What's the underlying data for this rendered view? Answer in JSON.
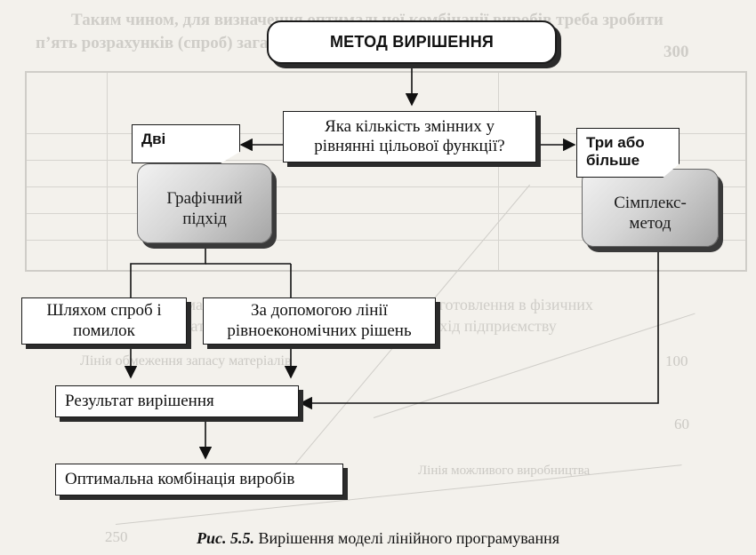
{
  "diagram": {
    "title": "МЕТОД ВИРІШЕННЯ",
    "question": "Яка кількість змінних у рівнянні цільової функції?",
    "branch_left": {
      "tab": "Дві",
      "method": "Графічний підхід"
    },
    "branch_right": {
      "tab": "Три або більше",
      "method": "Сімплекс-метод"
    },
    "sub_left": "Шляхом спроб і помилок",
    "sub_right": "За допомогою лінії рівноекономічних рішень",
    "result": "Результат вирішення",
    "optimal": "Оптимальна комбінація виробів"
  },
  "caption": {
    "label": "Рис. 5.5.",
    "text": "Вирішення моделі лінійного програмування"
  }
}
